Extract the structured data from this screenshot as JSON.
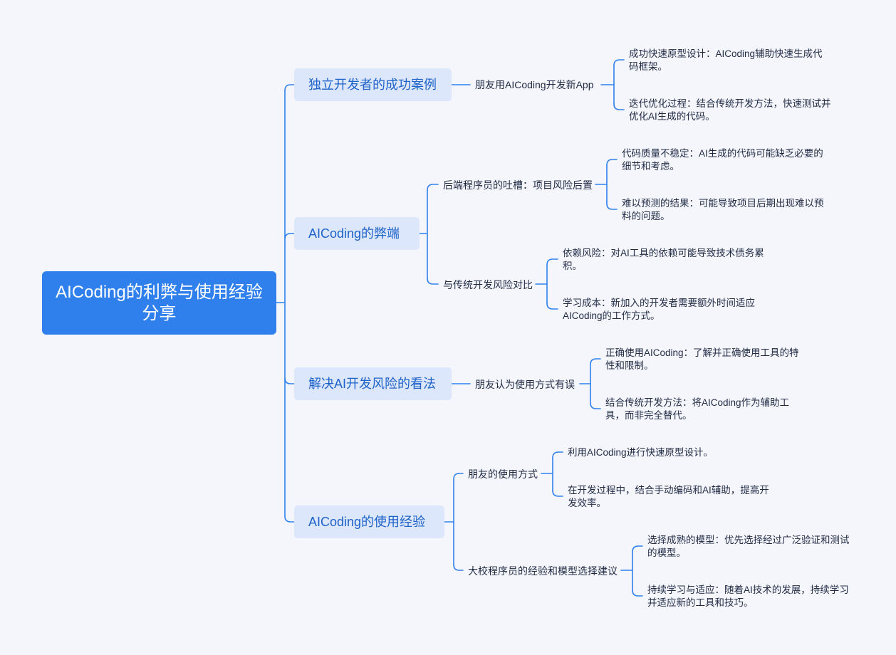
{
  "root": {
    "title": "AICoding的利弊与使用经验分享"
  },
  "branches": [
    {
      "title": "独立开发者的成功案例",
      "children": [
        {
          "title": "朋友用AICoding开发新App",
          "leaves": [
            "成功快速原型设计：AICoding辅助快速生成代码框架。",
            "迭代优化过程：结合传统开发方法，快速测试并优化AI生成的代码。"
          ]
        }
      ]
    },
    {
      "title": "AICoding的弊端",
      "children": [
        {
          "title": "后端程序员的吐槽：项目风险后置",
          "leaves": [
            "代码质量不稳定：AI生成的代码可能缺乏必要的细节和考虑。",
            "难以预测的结果：可能导致项目后期出现难以预料的问题。"
          ]
        },
        {
          "title": "与传统开发风险对比",
          "leaves": [
            "依赖风险：对AI工具的依赖可能导致技术债务累积。",
            "学习成本：新加入的开发者需要额外时间适应AICoding的工作方式。"
          ]
        }
      ]
    },
    {
      "title": "解决AI开发风险的看法",
      "children": [
        {
          "title": "朋友认为使用方式有误",
          "leaves": [
            "正确使用AICoding：了解并正确使用工具的特性和限制。",
            "结合传统开发方法：将AICoding作为辅助工具，而非完全替代。"
          ]
        }
      ]
    },
    {
      "title": "AICoding的使用经验",
      "children": [
        {
          "title": "朋友的使用方式",
          "leaves": [
            "利用AICoding进行快速原型设计。",
            "在开发过程中，结合手动编码和AI辅助，提高开发效率。"
          ]
        },
        {
          "title": "大校程序员的经验和模型选择建议",
          "leaves": [
            "选择成熟的模型：优先选择经过广泛验证和测试的模型。",
            "持续学习与适应：随着AI技术的发展，持续学习并适应新的工具和技巧。"
          ]
        }
      ]
    }
  ],
  "colors": {
    "line": "#2f80ed",
    "root": "#2f80ed",
    "branch_bg": "#dde7fb",
    "branch_text": "#1e63c9"
  }
}
